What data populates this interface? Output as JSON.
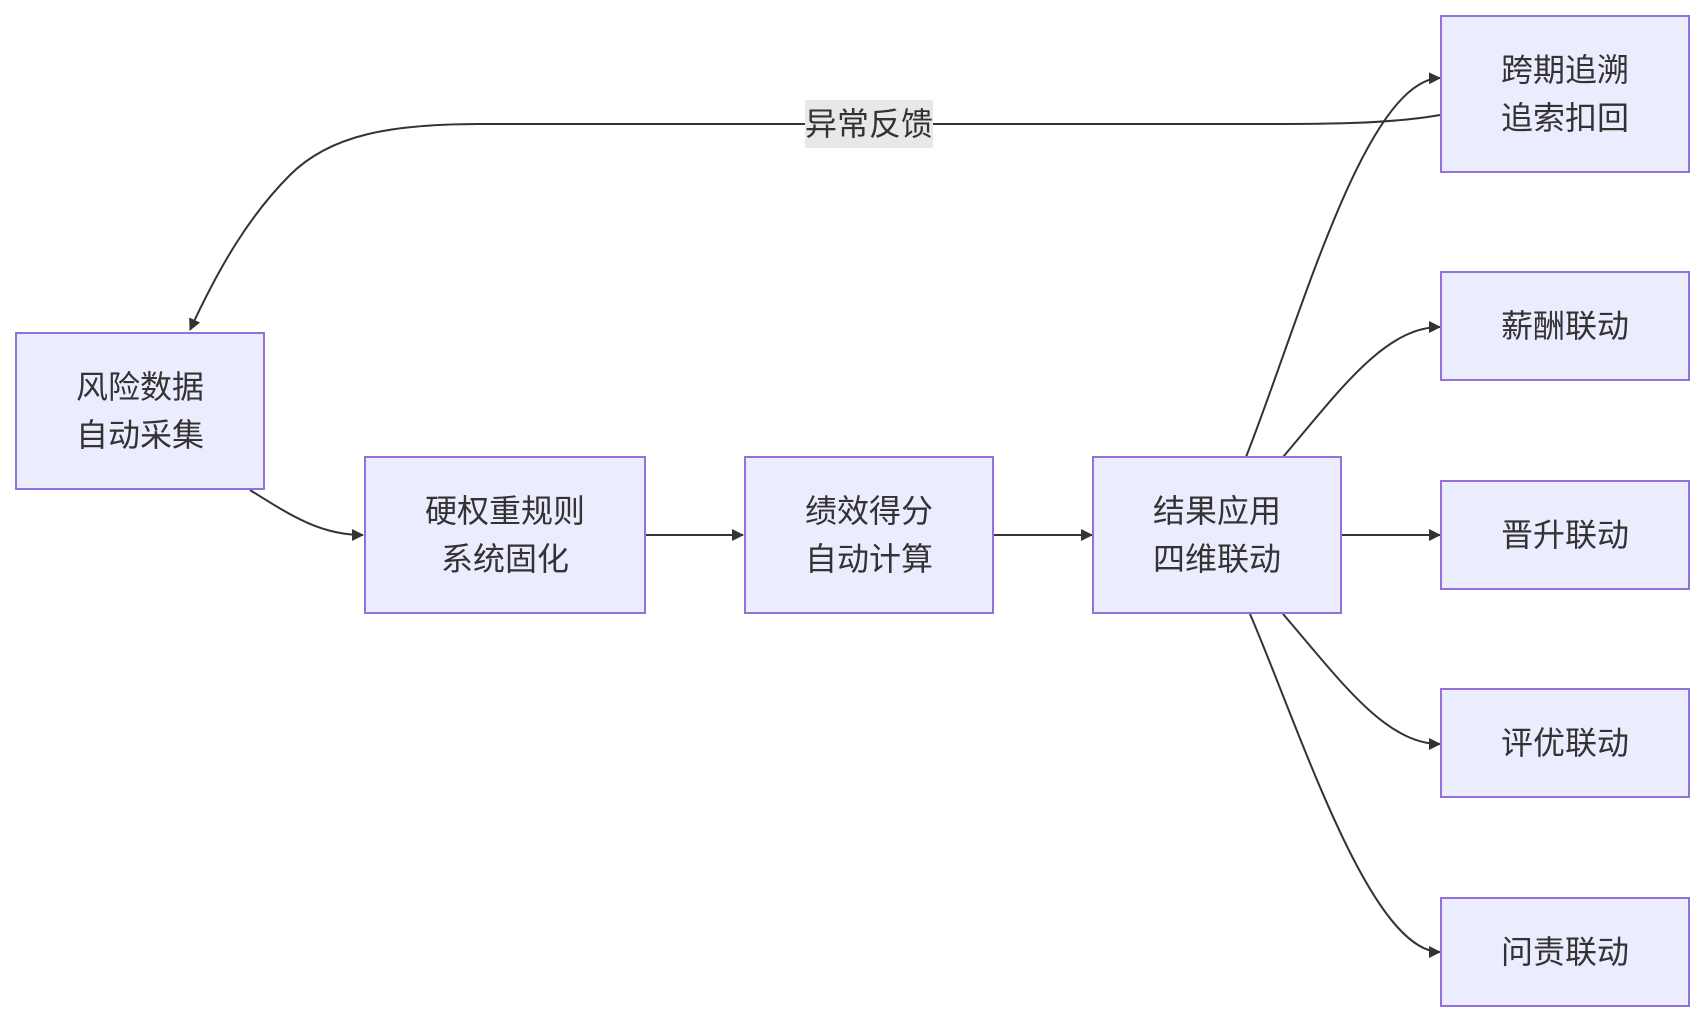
{
  "diagram": {
    "colors": {
      "node_fill": "#ececff",
      "node_border": "#9370db",
      "edge": "#333333",
      "text": "#333333",
      "label_bg": "#e8e8e8"
    },
    "nodes": {
      "collect": {
        "line1": "风险数据",
        "line2": "自动采集"
      },
      "rules": {
        "line1": "硬权重规则",
        "line2": "系统固化"
      },
      "score": {
        "line1": "绩效得分",
        "line2": "自动计算"
      },
      "apply": {
        "line1": "结果应用",
        "line2": "四维联动"
      },
      "trace": {
        "line1": "跨期追溯",
        "line2": "追索扣回"
      },
      "salary": {
        "label": "薪酬联动"
      },
      "promote": {
        "label": "晋升联动"
      },
      "award": {
        "label": "评优联动"
      },
      "account": {
        "label": "问责联动"
      }
    },
    "edges": {
      "feedback_label": "异常反馈"
    }
  }
}
